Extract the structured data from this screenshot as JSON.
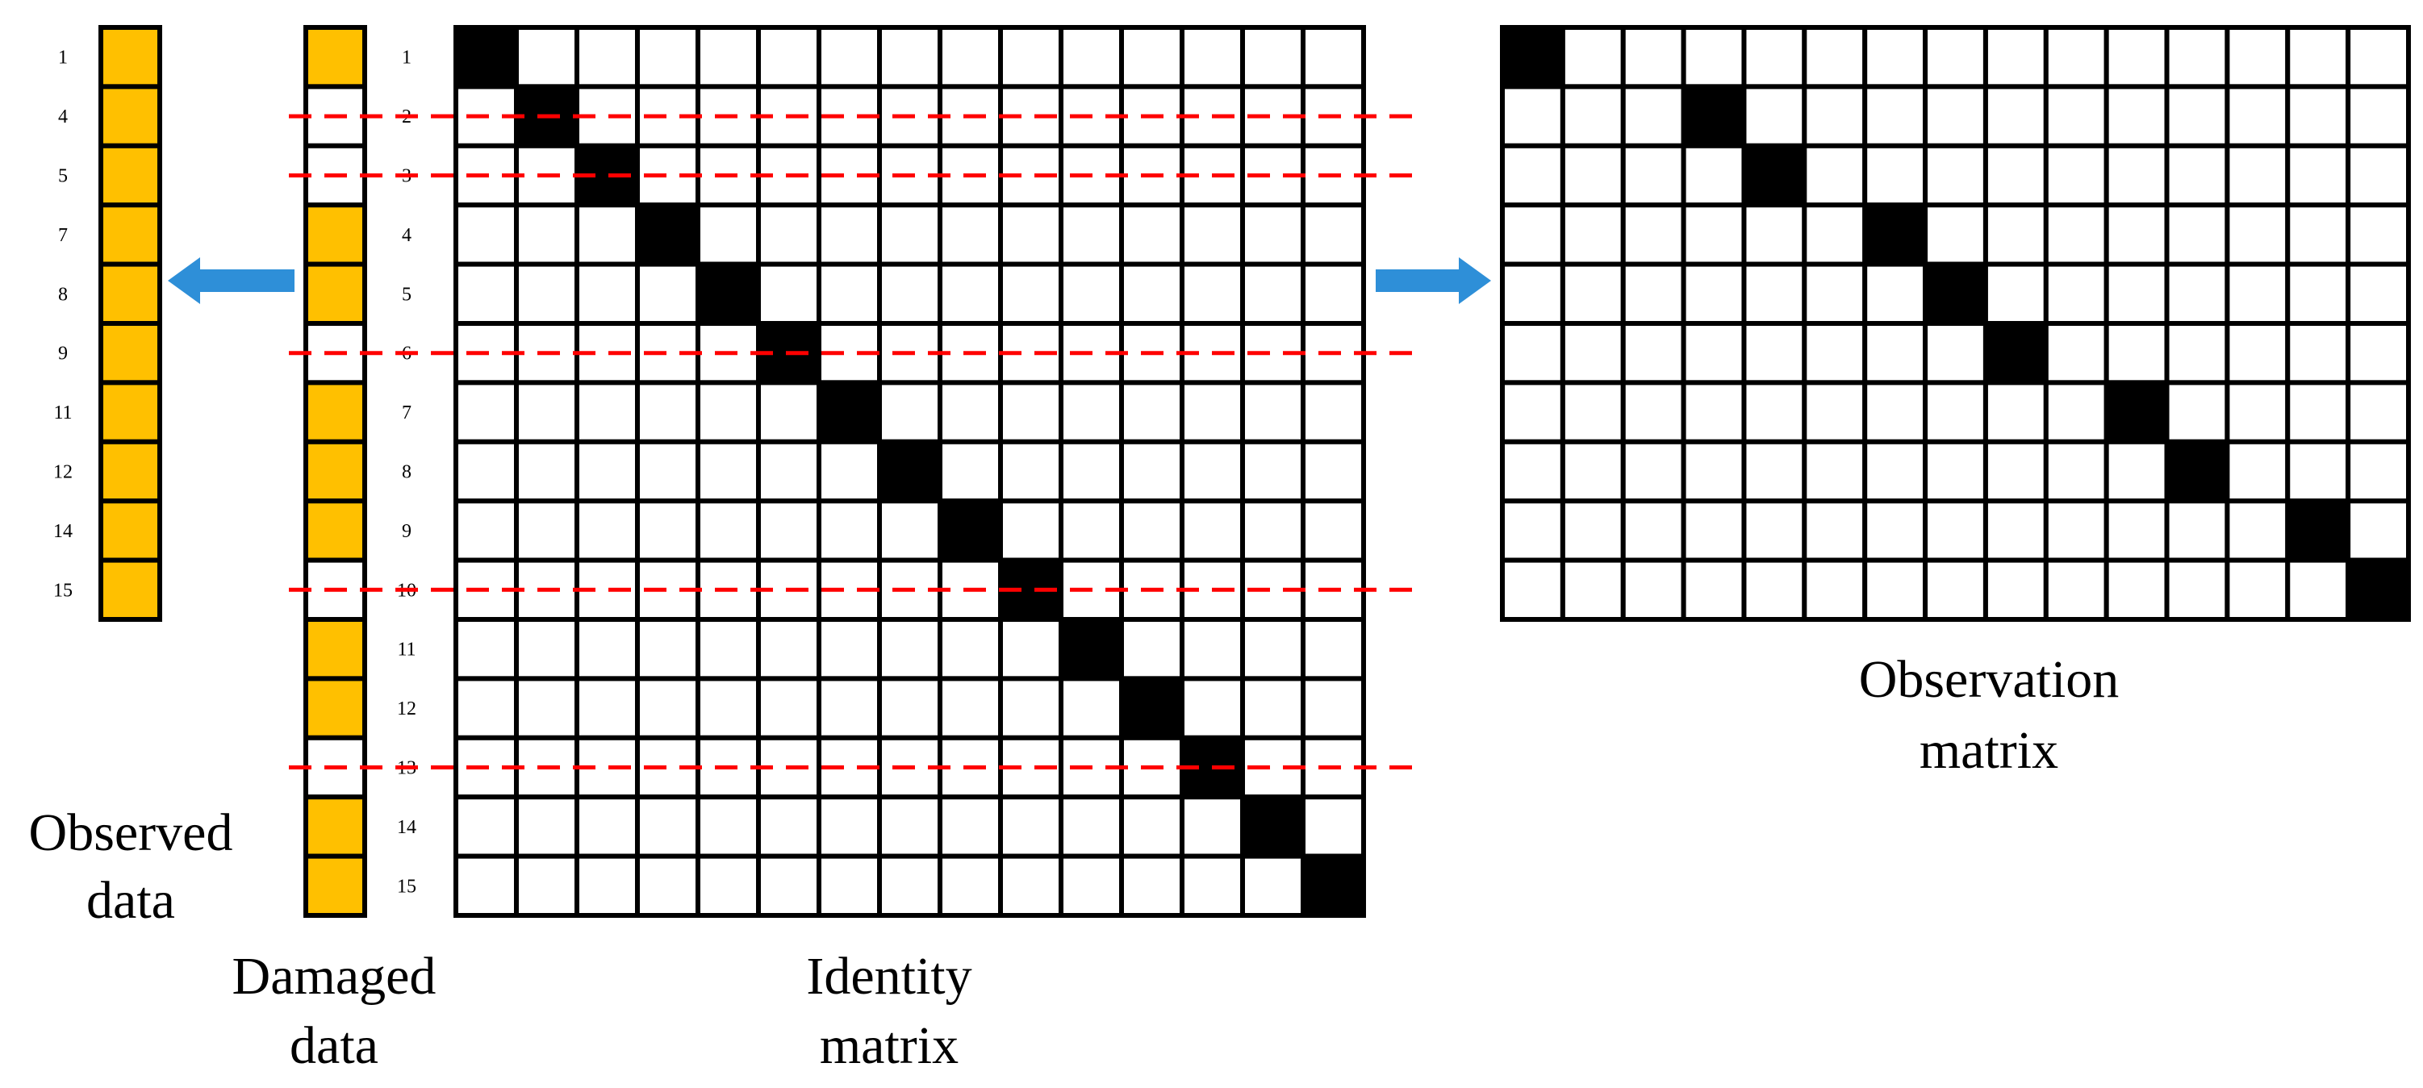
{
  "colors": {
    "filled": "#FFC000",
    "diag": "#000000",
    "cut_line": "#FF0000",
    "arrow": "#2E8FD8",
    "grid": "#000000"
  },
  "observed": {
    "indices": [
      "1",
      "4",
      "5",
      "7",
      "8",
      "9",
      "11",
      "12",
      "14",
      "15"
    ],
    "caption": [
      "Observed",
      "data"
    ]
  },
  "damaged": {
    "size": 15,
    "row_labels": [
      "1",
      "2",
      "3",
      "4",
      "5",
      "6",
      "7",
      "8",
      "9",
      "10",
      "11",
      "12",
      "13",
      "14",
      "15"
    ],
    "present": [
      1,
      0,
      0,
      1,
      1,
      0,
      1,
      1,
      1,
      0,
      1,
      1,
      0,
      1,
      1
    ],
    "caption": [
      "Damaged",
      "data"
    ]
  },
  "identity": {
    "size": 15,
    "removed_rows": [
      2,
      3,
      6,
      10,
      13
    ],
    "caption": [
      "Identity",
      "matrix"
    ]
  },
  "observation": {
    "rows": 10,
    "cols": 15,
    "ones_cols": [
      1,
      4,
      5,
      7,
      8,
      9,
      11,
      12,
      14,
      15
    ],
    "caption": [
      "Observation",
      "matrix"
    ]
  },
  "arrows": [
    {
      "name": "arrow-to-observed",
      "direction": "left"
    },
    {
      "name": "arrow-to-observation",
      "direction": "right"
    }
  ]
}
